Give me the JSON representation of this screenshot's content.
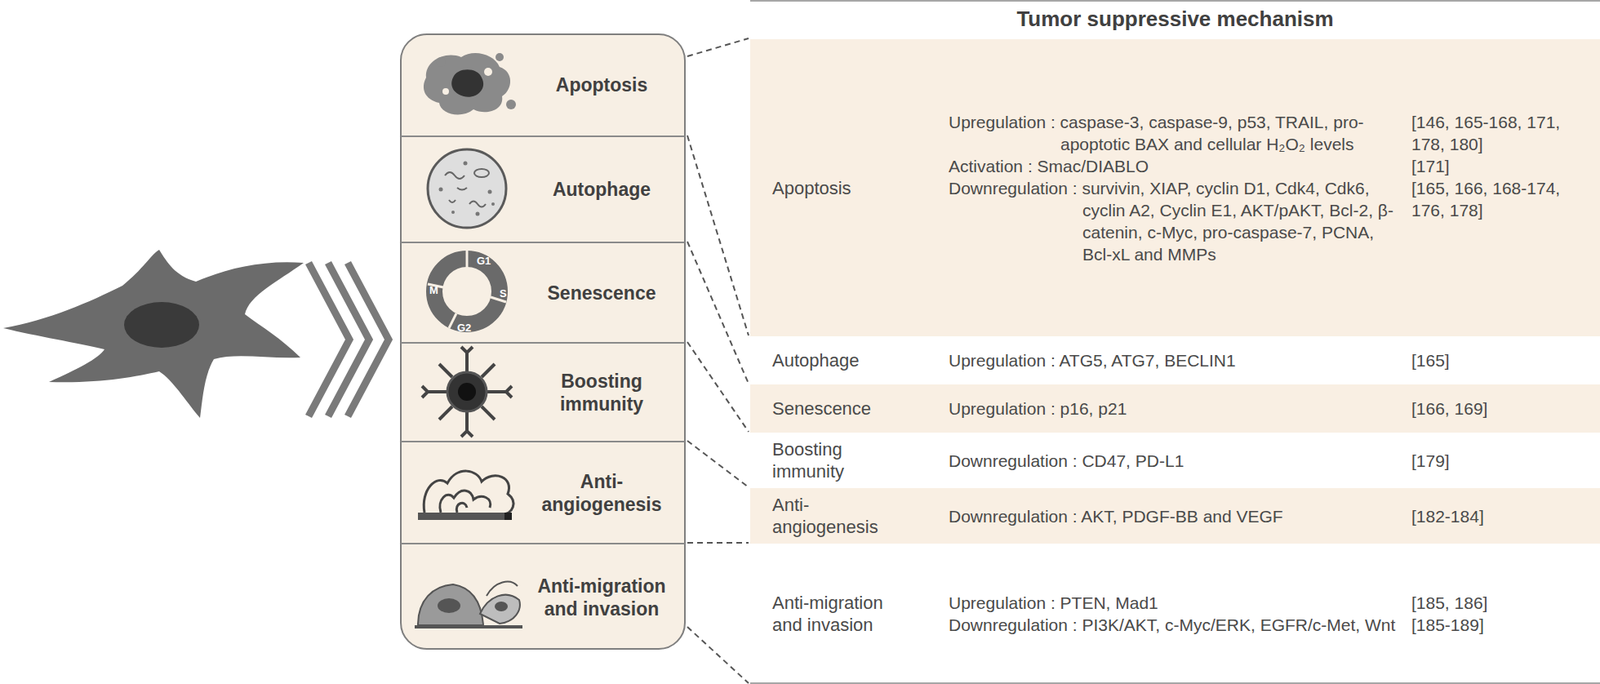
{
  "diagram": {
    "nodes": [
      {
        "text": [
          "Apoptosis"
        ]
      },
      {
        "text": [
          "Autophage"
        ]
      },
      {
        "text": [
          "Senescence"
        ]
      },
      {
        "text": [
          "Boosting immunity"
        ]
      },
      {
        "text": [
          "Anti-angiogenesis"
        ]
      },
      {
        "text": [
          "Anti-migration and invasion"
        ]
      },
      {
        "text": [
          "Tumor suppressive mechanism"
        ]
      },
      {
        "text": [
          "Apoptosis",
          "Upregulation : caspase-3, caspase-9, p53, TRAIL, pro-apoptotic BAX and cellular H₂O₂ levels",
          "[146, 165-168, 171, 178, 180]",
          "Activation : Smac/DIABLO",
          "[171]",
          "Downregulation : survivin, XIAP, cyclin D1, Cdk4, Cdk6, cyclin A2, Cyclin E1, AKT/pAKT, Bcl-2, β-catenin, c-Myc, pro-caspase-7, PCNA, Bcl-xL and MMPs",
          "[165, 166, 168-174, 176, 178]"
        ],
        "in": 6
      },
      {
        "text": [
          "Autophage",
          "Upregulation : ATG5, ATG7, BECLIN1",
          "[165]"
        ],
        "in": 6
      },
      {
        "text": [
          "Senescence",
          "Upregulation : p16, p21",
          "[166, 169]"
        ],
        "in": 6
      },
      {
        "text": [
          "Boosting immunity",
          "Downregulation : CD47, PD-L1",
          "[179]"
        ],
        "in": 6
      },
      {
        "text": [
          "Anti-angiogenesis",
          "Downregulation : AKT, PDGF-BB and VEGF",
          "[182-184]"
        ],
        "in": 6
      },
      {
        "text": [
          "Anti-migration and invasion",
          "Upregulation : PTEN, Mad1",
          "[185, 186]",
          "Downregulation : PI3K/AKT, c-Myc/ERK, EGFR/c-Met, Wnt",
          "[185-189]"
        ],
        "in": 6
      }
    ],
    "edges": [],
    "labels": [
      "G1",
      "S",
      "G2",
      "M"
    ]
  }
}
